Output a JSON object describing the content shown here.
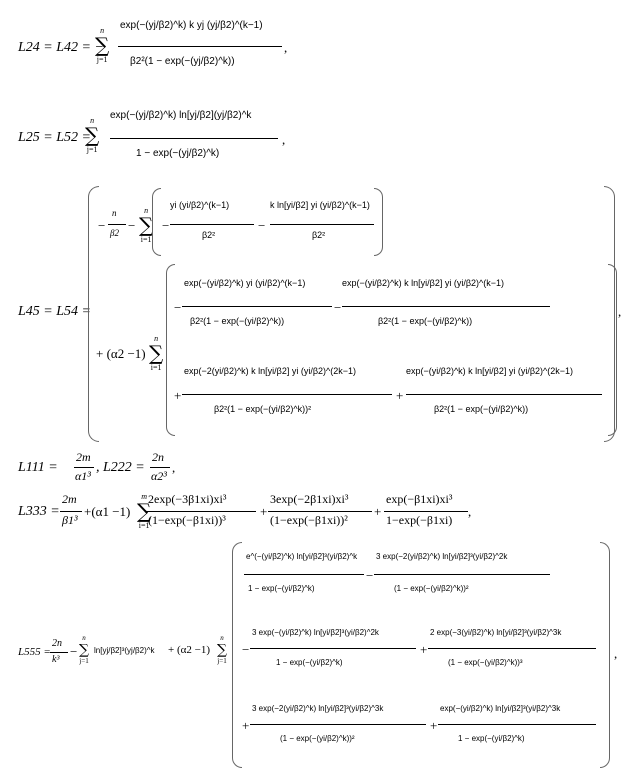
{
  "equations": {
    "eq1": {
      "lhs": "L24 = L42 = −",
      "sum_upper": "n",
      "sum_lower": "j=1",
      "numerator": "exp(−(yj/β2)^k) k yj (yj/β2)^(k−1)",
      "denominator": "β2²(1 − exp(−(yj/β2)^k))",
      "tail": ","
    },
    "eq2": {
      "lhs": "L25 = L52 =",
      "sum_upper": "n",
      "sum_lower": "j=1",
      "numerator": "exp(−(yj/β2)^k) ln[yj/β2](yj/β2)^k",
      "denominator": "1 − exp(−(yj/β2)^k)",
      "tail": ","
    },
    "eq3": {
      "lhs": "L45 = L54 =",
      "term1_prefix": "−",
      "term1_frac_num": "n",
      "term1_frac_den": "β2",
      "term1_sum_upper": "n",
      "term1_sum_lower": "i=1",
      "term1_a_num": "yi (yi/β2)^(k−1)",
      "term1_a_den": "β2²",
      "term1_b_num": "k ln[yi/β2] yi (yi/β2)^(k−1)",
      "term1_b_den": "β2²",
      "factor": "+ (α2 −1)",
      "factor_sum_upper": "n",
      "factor_sum_lower": "i=1",
      "row1_a_num": "exp(−(yi/β2)^k) yi (yi/β2)^(k−1)",
      "row1_a_den": "β2²(1 − exp(−(yi/β2)^k))",
      "row1_b_num": "exp(−(yi/β2)^k) k ln[yi/β2] yi (yi/β2)^(k−1)",
      "row1_b_den": "β2²(1 − exp(−(yi/β2)^k))",
      "row2_a_num": "exp(−2(yi/β2)^k) k ln[yi/β2] yi (yi/β2)^(2k−1)",
      "row2_a_den": "β2²(1 − exp(−(yi/β2)^k))²",
      "row2_b_num": "exp(−(yi/β2)^k) k ln[yi/β2] yi (yi/β2)^(2k−1)",
      "row2_b_den": "β2²(1 − exp(−(yi/β2)^k))",
      "tail": ","
    },
    "eq4": {
      "lhs1": "L111 =",
      "frac1_num": "2m",
      "frac1_den": "α1³",
      "mid": ", L222 =",
      "frac2_num": "2n",
      "frac2_den": "α2³",
      "tail": ","
    },
    "eq5": {
      "lhs": "L333 =",
      "frac_num": "2m",
      "frac_den": "β1³",
      "factor": "+(α1 −1)",
      "sum_upper": "m",
      "sum_lower": "i=1",
      "a_num": "2exp(−3β1xi)xi³",
      "a_den": "(1−exp(−β1xi))³",
      "b_num": "3exp(−2β1xi)xi³",
      "b_den": "(1−exp(−β1xi))²",
      "c_num": "exp(−β1xi)xi³",
      "c_den": "1−exp(−β1xi)",
      "tail": ","
    },
    "eq6": {
      "lhs": "L555 =",
      "frac_num": "2n",
      "frac_den": "k³",
      "minus_sum": "−",
      "sum_upper": "n",
      "sum_lower": "j=1",
      "body": "ln[yj/β2]³(yj/β2)^k",
      "factor": "+ (α2 −1)",
      "factor_sum_upper": "n",
      "factor_sum_lower": "j=1",
      "r1_a_num": "e^(−(yi/β2)^k) ln[yi/β2]³(yi/β2)^k",
      "r1_a_den": "1 − exp(−(yi/β2)^k)",
      "r1_b_num": "3 exp(−2(yi/β2)^k) ln[yi/β2]³(yi/β2)^2k",
      "r1_b_den": "(1 − exp(−(yi/β2)^k))²",
      "r2_a_num": "3 exp(−(yi/β2)^k) ln[yi/β2]³(yi/β2)^2k",
      "r2_a_den": "1 − exp(−(yi/β2)^k)",
      "r2_b_num": "2 exp(−3(yi/β2)^k) ln[yi/β2]³(yi/β2)^3k",
      "r2_b_den": "(1 − exp(−(yi/β2)^k))³",
      "r3_a_num": "3 exp(−2(yi/β2)^k) ln[yi/β2]³(yi/β2)^3k",
      "r3_a_den": "(1 − exp(−(yi/β2)^k))²",
      "r3_b_num": "exp(−(yi/β2)^k) ln[yi/β2]³(yi/β2)^3k",
      "r3_b_den": "1 − exp(−(yi/β2)^k)",
      "tail": ","
    }
  }
}
